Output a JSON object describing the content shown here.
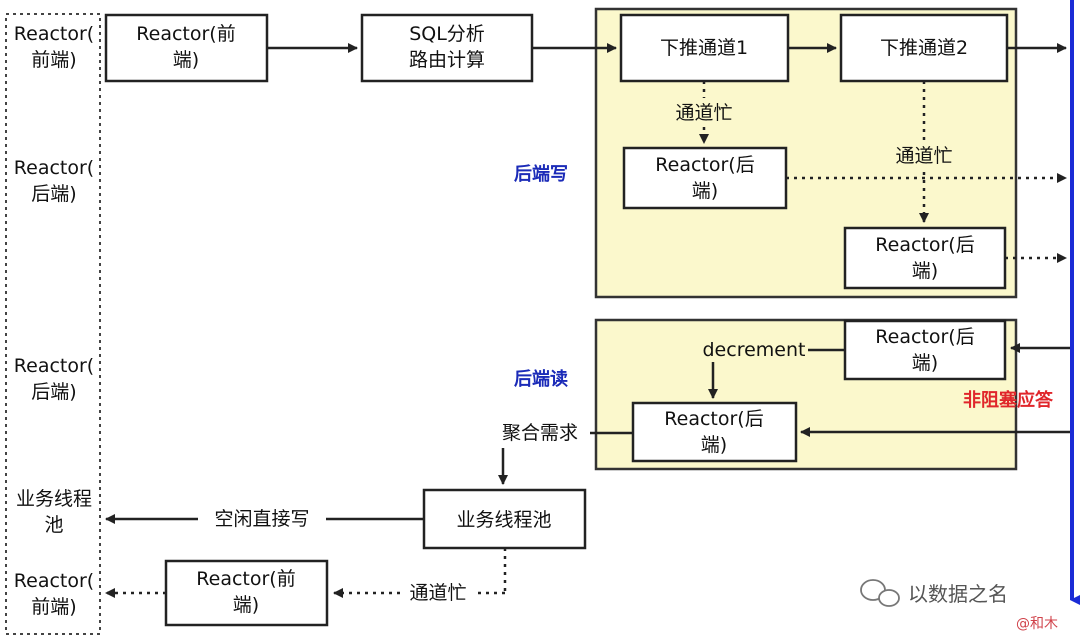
{
  "left_column": {
    "items": [
      "Reactor(\n前端)",
      "Reactor(\n后端)",
      "Reactor(\n后端)",
      "业务线程\n池",
      "Reactor(\n前端)"
    ]
  },
  "boxes": {
    "front_reactor": "Reactor(前\n端)",
    "sql_analysis": "SQL分析\n路由计算",
    "push_channel_1": "下推通道1",
    "push_channel_2": "下推通道2",
    "backend_reactor_write_1": "Reactor(后\n端)",
    "backend_reactor_write_2": "Reactor(后\n端)",
    "backend_reactor_read_1": "Reactor(后\n端)",
    "backend_reactor_read_2": "Reactor(后\n端)",
    "thread_pool": "业务线程池",
    "front_reactor_bottom": "Reactor(前\n端)"
  },
  "labels": {
    "backend_write": "后端写",
    "backend_read": "后端读",
    "channel_busy_1": "通道忙",
    "channel_busy_2": "通道忙",
    "channel_busy_3": "通道忙",
    "decrement": "decrement",
    "aggregate": "聚合需求",
    "idle_write": "空闲直接写",
    "non_blocking": "非阻塞应答"
  },
  "watermark": {
    "brand": "以数据之名",
    "author": "@和木"
  },
  "colors": {
    "panel_fill": "#fbf8cc",
    "blue_line": "#1a2bd6",
    "label_blue": "#1b2bb8",
    "label_red": "#e0262b"
  }
}
